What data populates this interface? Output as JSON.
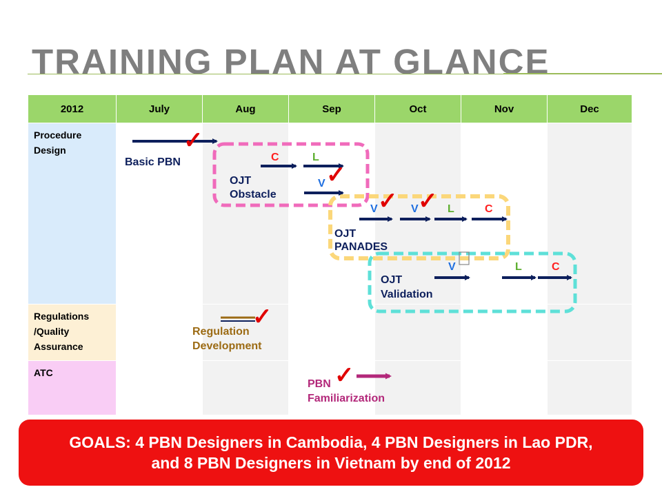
{
  "title": "TRAINING PLAN AT GLANCE",
  "table": {
    "year": "2012",
    "months": [
      "July",
      "Aug",
      "Sep",
      "Oct",
      "Nov",
      "Dec"
    ],
    "rows": [
      "Procedure Design",
      "Regulations /Quality Assurance",
      "ATC"
    ]
  },
  "labels": {
    "basic_pbn": "Basic PBN",
    "ojt_obstacle_1": "OJT",
    "ojt_obstacle_2": "Obstacle",
    "ojt_panades_1": "OJT",
    "ojt_panades_2": "PANADES",
    "ojt_validation_1": "OJT",
    "ojt_validation_2": "Validation",
    "regulation_1": "Regulation",
    "regulation_2": "Development",
    "pbn_familiarization_1": "PBN",
    "pbn_familiarization_2": "Familiarization",
    "c": "C",
    "l": "L",
    "v": "V",
    "check": "✓"
  },
  "goals": {
    "line1": "GOALS: 4 PBN Designers in Cambodia, 4 PBN Designers in Lao PDR,",
    "line2": "and 8 PBN Designers in Vietnam by end of 2012"
  },
  "colors": {
    "header_green": "#9bd66a",
    "arrow_navy": "#0d1f5c",
    "check_red": "#e00000",
    "c_red": "#ff2020",
    "l_green": "#5cae2e",
    "v_blue": "#1f6fe0",
    "pink_box": "#f06bbb",
    "yellow_box": "#fbd77a",
    "cyan_box": "#5ee0d8",
    "olive_text": "#9c6b14",
    "magenta_text": "#b3287a",
    "goal_red": "#ee1111"
  },
  "icons": [
    "check-icon",
    "arrow-icon"
  ]
}
